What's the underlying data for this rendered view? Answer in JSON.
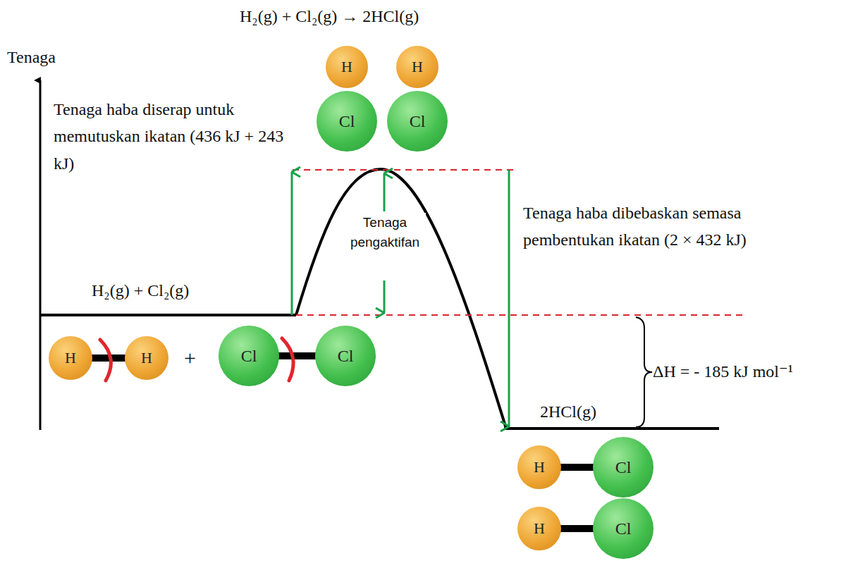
{
  "diagram": {
    "title": "H₂(g) + Cl₂(g) → 2HCl(g)",
    "nodes": [
      {
        "text": [
          "H"
        ]
      },
      {
        "text": [
          "H"
        ]
      },
      {
        "text": [
          "Cl"
        ]
      },
      {
        "text": [
          "Cl"
        ]
      },
      {
        "text": [
          "H"
        ]
      },
      {
        "text": [
          "H"
        ]
      },
      {
        "text": [
          "Cl"
        ]
      },
      {
        "text": [
          "Cl"
        ]
      },
      {
        "text": [
          "H"
        ]
      },
      {
        "text": [
          "Cl"
        ]
      },
      {
        "text": [
          "H"
        ]
      },
      {
        "text": [
          "Cl"
        ]
      }
    ],
    "edges": [
      {
        "from": 4,
        "to": 5,
        "arrow": "none"
      },
      {
        "from": 6,
        "to": 7,
        "arrow": "none"
      },
      {
        "from": 8,
        "to": 9,
        "arrow": "none"
      },
      {
        "from": 10,
        "to": 11,
        "arrow": "none"
      }
    ],
    "labels": [
      "Tenaga",
      "Tenaga haba diserap untuk memutuskan ikatan (436 kJ + 243 kJ)",
      "Tenaga pengaktifan",
      "H₂(g) + Cl₂(g)",
      "+",
      "Tenaga haba dibebaskan semasa pembentukan ikatan (2 × 432 kJ)",
      "ΔH = - 185 kJ mol⁻¹",
      "2HCl(g)"
    ]
  }
}
